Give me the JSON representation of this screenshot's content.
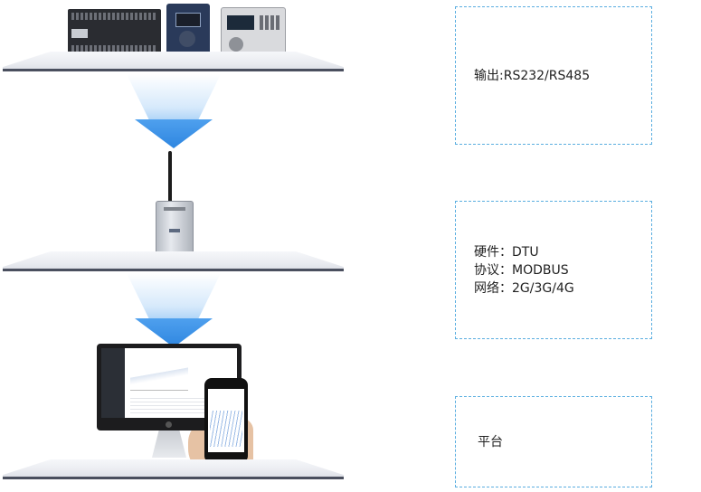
{
  "boxes": {
    "output": "输出:RS232/RS485",
    "hardware": "硬件：DTU",
    "protocol": "协议：MODBUS",
    "network": "网络：2G/3G/4G",
    "platform": "平台"
  },
  "colors": {
    "accent": "#2e86e0",
    "box_border": "#5aaee0",
    "platform_edge": "#4a4f5e"
  }
}
